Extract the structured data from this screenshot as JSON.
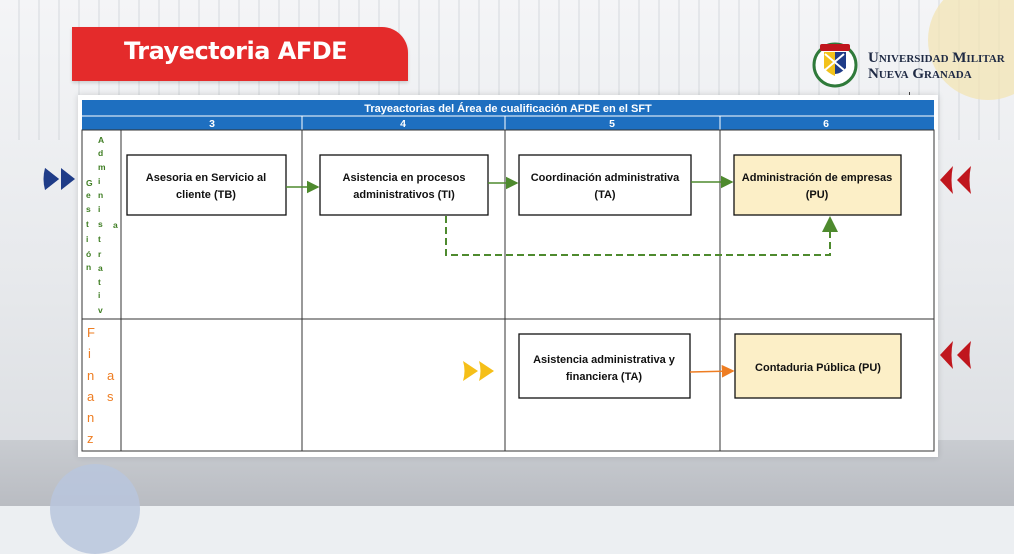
{
  "header": {
    "title": "Trayectoria AFDE",
    "logo_line1": "Universidad Militar",
    "logo_line2": "Nueva Granada",
    "seal_icon": "university-seal-icon"
  },
  "table": {
    "title": "Trayeactorias del Área de cualificación  AFDE en el  SFT",
    "levels": [
      "3",
      "4",
      "5",
      "6"
    ],
    "rows": [
      {
        "label_left_chars": [
          "G",
          "e",
          "s",
          "t",
          "i",
          "ó",
          "n"
        ],
        "label_right_chars": [
          "A",
          "d",
          "m",
          "i",
          "n",
          "i",
          "s",
          "t",
          "r",
          "a",
          "t",
          "i",
          "v"
        ],
        "label_extra": "a",
        "boxes": [
          {
            "lines": [
              "Asesoria en Servicio al",
              "cliente (TB)"
            ]
          },
          {
            "lines": [
              "Asistencia en procesos",
              "administrativos (TI)"
            ]
          },
          {
            "lines": [
              "Coordinación administrativa",
              "(TA)"
            ]
          },
          {
            "lines": [
              "Administración de empresas",
              "(PU)"
            ]
          }
        ]
      },
      {
        "label_left_chars": [
          "F",
          "i",
          "n",
          "a",
          "n",
          "z"
        ],
        "label_right_chars": [
          "a",
          "s"
        ],
        "boxes": [
          {
            "lines": [
              "Asistencia administrativa y",
              "financiera (TA)"
            ]
          },
          {
            "lines": [
              "Contaduria Pública (PU)"
            ]
          }
        ]
      }
    ]
  },
  "colors": {
    "header_blue": "#1e6fc0",
    "title_red": "#e42b2b",
    "pu_fill": "#fcefc7",
    "arrow_green": "#4e8a2e",
    "arrow_orange": "#ee7d22",
    "label_green": "#3e7d22",
    "label_orange": "#ee7d22",
    "marker_blue": "#1f3c88",
    "marker_red": "#c0161d",
    "marker_yellow": "#f5bf18"
  }
}
